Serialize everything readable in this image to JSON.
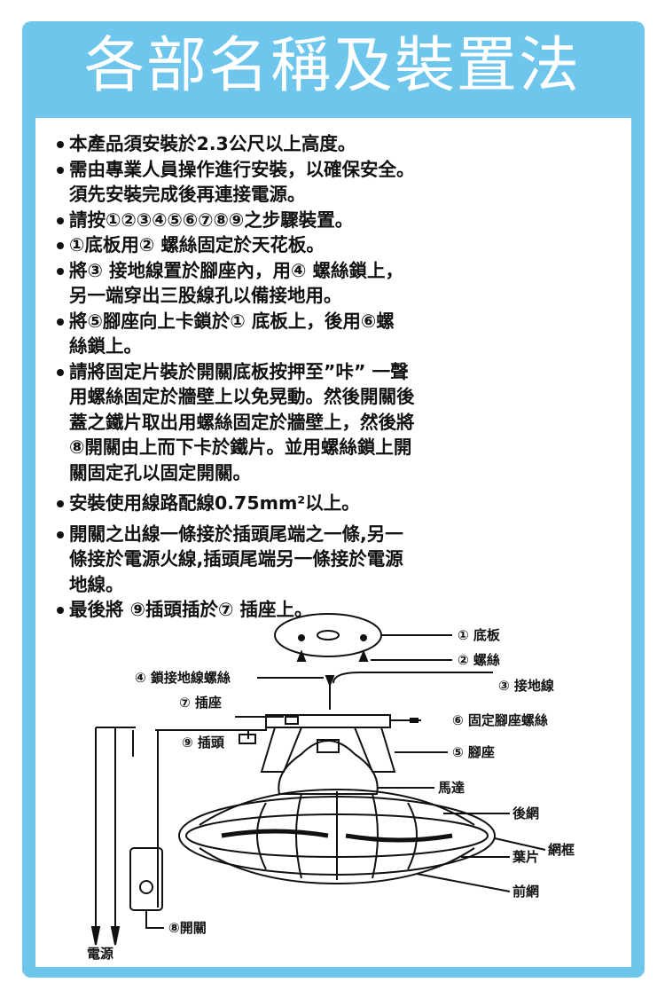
{
  "title": "各部名稱及裝置法",
  "instructions": [
    [
      "本產品須安裝於2.3公尺以上高度。"
    ],
    [
      "需由專業人員操作進行安裝，以確保安全。",
      "須先安裝完成後再連接電源。"
    ],
    [
      "請按①②③④⑤⑥⑦⑧⑨之步驟裝置。"
    ],
    [
      "①底板用② 螺絲固定於天花板。"
    ],
    [
      "將③ 接地線置於腳座內，用④ 螺絲鎖上，",
      "另一端穿出三股線孔以備接地用。"
    ],
    [
      "將⑤腳座向上卡鎖於① 底板上，後用⑥螺",
      "絲鎖上。"
    ],
    [
      "請將固定片裝於開關底板按押至”咔” 一聲",
      "用螺絲固定於牆壁上以免晃動。然後開關後",
      "蓋之鐵片取出用螺絲固定於牆壁上，然後將",
      "⑧開關由上而下卡於鐵片。並用螺絲鎖上開",
      "關固定孔以固定開關。"
    ],
    [
      "安裝使用線路配線0.75mm²以上。"
    ],
    [
      "開關之出線一條接於插頭尾端之一條,另一",
      "條接於電源火線,插頭尾端另一條接於電源",
      "地線。"
    ],
    [
      "最後將 ⑨插頭插於⑦ 插座上。"
    ]
  ],
  "diagram_labels": {
    "base_plate": "① 底板",
    "screw": "② 螺絲",
    "ground_screw": "④ 鎖接地線螺絲",
    "ground_wire": "③ 接地線",
    "socket": "⑦ 插座",
    "mount_screw": "⑥ 固定腳座螺絲",
    "plug": "⑨ 插頭",
    "mount": "⑤ 腳座",
    "motor": "馬達",
    "rear_guard": "後網",
    "guard_frame": "網框",
    "blade": "葉片",
    "front_guard": "前網",
    "switch": "⑧開關",
    "power": "電源"
  },
  "colors": {
    "frame": "#6ec6ec",
    "text": "#111111"
  }
}
